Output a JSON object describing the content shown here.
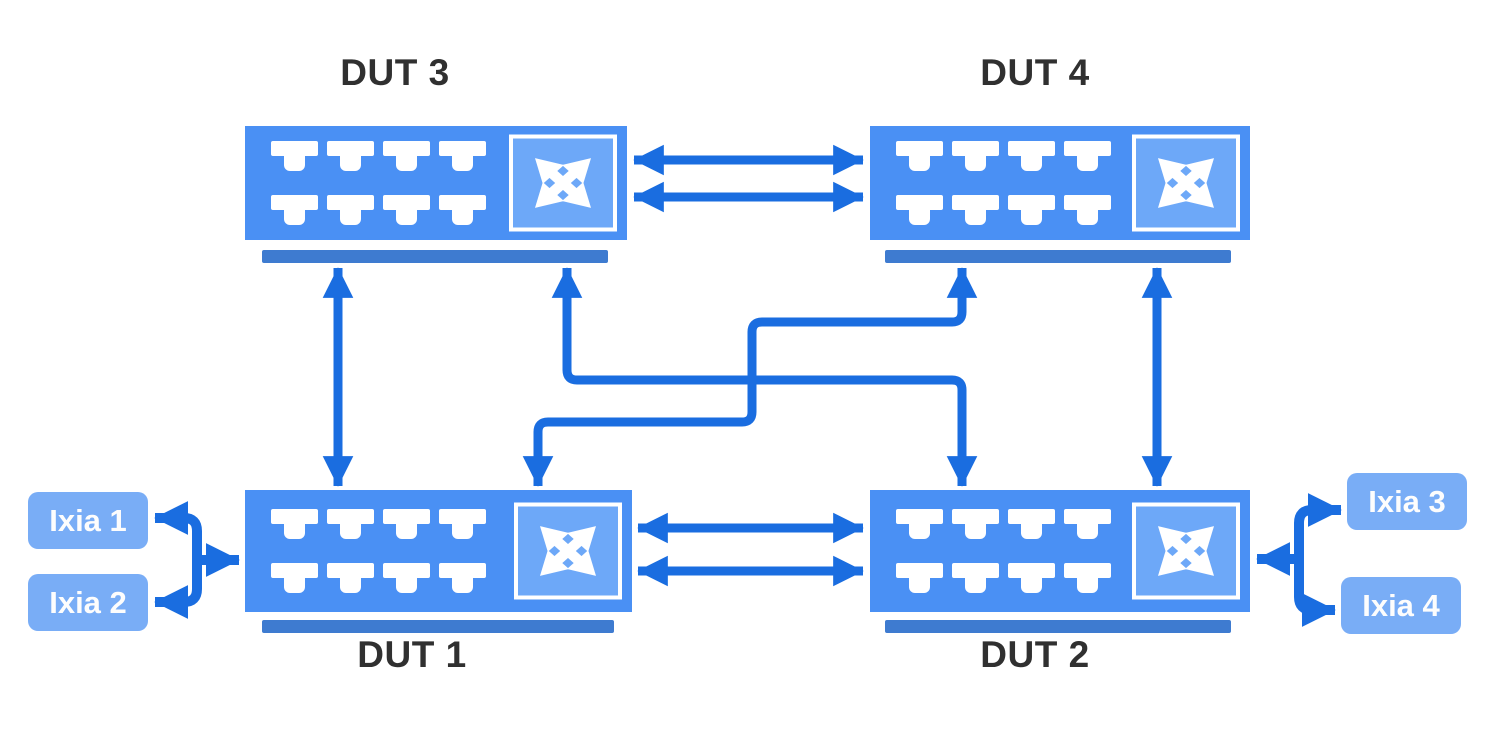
{
  "diagram": {
    "type": "network-topology",
    "nodes": {
      "dut1": {
        "label": "DUT 1",
        "type": "switch",
        "ports": 8
      },
      "dut2": {
        "label": "DUT 2",
        "type": "switch",
        "ports": 8
      },
      "dut3": {
        "label": "DUT 3",
        "type": "switch",
        "ports": 8
      },
      "dut4": {
        "label": "DUT 4",
        "type": "switch",
        "ports": 8
      },
      "ixia1": {
        "label": "Ixia 1",
        "type": "traffic-generator"
      },
      "ixia2": {
        "label": "Ixia 2",
        "type": "traffic-generator"
      },
      "ixia3": {
        "label": "Ixia 3",
        "type": "traffic-generator"
      },
      "ixia4": {
        "label": "Ixia 4",
        "type": "traffic-generator"
      }
    },
    "connections": [
      {
        "from": "DUT 3",
        "to": "DUT 4",
        "style": "bidirectional-arrow",
        "lines": 2
      },
      {
        "from": "DUT 1",
        "to": "DUT 2",
        "style": "bidirectional-arrow",
        "lines": 2
      },
      {
        "from": "DUT 3",
        "to": "DUT 1",
        "style": "bidirectional-arrow",
        "lines": 1
      },
      {
        "from": "DUT 4",
        "to": "DUT 2",
        "style": "bidirectional-arrow",
        "lines": 1
      },
      {
        "from": "DUT 3",
        "to": "DUT 2",
        "style": "bidirectional-arrow",
        "lines": 1,
        "routing": "zigzag"
      },
      {
        "from": "DUT 4",
        "to": "DUT 1",
        "style": "bidirectional-arrow",
        "lines": 1,
        "routing": "zigzag"
      },
      {
        "from": "Ixia 1",
        "to": "DUT 1",
        "style": "bidirectional-arrow",
        "lines": 1,
        "routing": "merged-bracket"
      },
      {
        "from": "Ixia 2",
        "to": "DUT 1",
        "style": "bidirectional-arrow",
        "lines": 1,
        "routing": "merged-bracket"
      },
      {
        "from": "Ixia 3",
        "to": "DUT 2",
        "style": "bidirectional-arrow",
        "lines": 1,
        "routing": "merged-bracket"
      },
      {
        "from": "Ixia 4",
        "to": "DUT 2",
        "style": "bidirectional-arrow",
        "lines": 1,
        "routing": "merged-bracket"
      }
    ],
    "colors": {
      "background": "#ffffff",
      "switch_body": "#4a90f4",
      "switch_base_bar": "#3e7bd0",
      "crossbar_fill": "#6da8f8",
      "port_icon": "#ffffff",
      "connector": "#1a6de0",
      "ixia_box": "#79adf6",
      "ixia_text": "#fdfdfd",
      "dut_label_text": "#303030"
    },
    "icons": {
      "switch_crossbar": "crossed-double-arrows-icon",
      "switch_port": "port-icon"
    }
  }
}
